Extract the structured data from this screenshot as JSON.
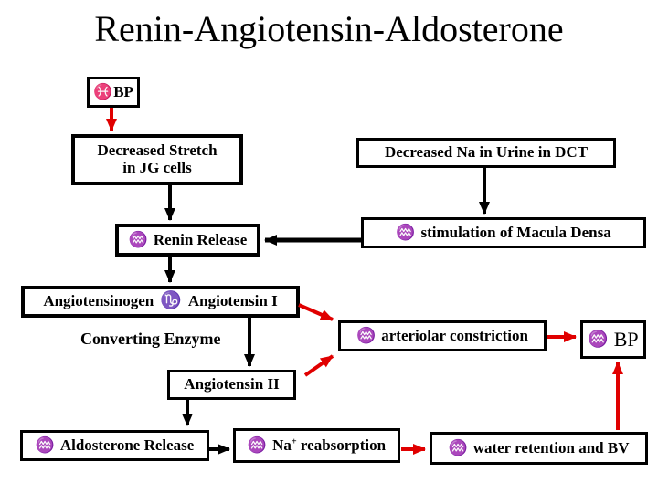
{
  "title": "Renin-Angiotensin-Aldosterone",
  "colors": {
    "line_black": "#000000",
    "line_red": "#e00000",
    "background": "#ffffff",
    "text": "#000000"
  },
  "nodes": {
    "bp_low": {
      "icon": "♓",
      "label": "BP"
    },
    "jg": {
      "line1": "Decreased Stretch",
      "line2": "in JG cells"
    },
    "dct": {
      "label": "Decreased Na in Urine in DCT"
    },
    "renin": {
      "icon": "♒",
      "label": "Renin Release"
    },
    "macula": {
      "icon": "♒",
      "label": "stimulation of Macula Densa"
    },
    "angio1": {
      "left": "Angiotensinogen",
      "icon": "♑",
      "right": "Angiotensin I"
    },
    "converting": {
      "label": "Converting Enzyme"
    },
    "arteriolar": {
      "icon": "♒",
      "label": "arteriolar constriction"
    },
    "bp_high": {
      "icon": "♒",
      "label": "BP"
    },
    "angio2": {
      "label": "Angiotensin II"
    },
    "aldosterone": {
      "icon": "♒",
      "label": "Aldosterone Release"
    },
    "na": {
      "icon": "♒",
      "pre": "Na",
      "sup": "+",
      "post": " reabsorption"
    },
    "water": {
      "icon": "♒",
      "label": "water retention and BV"
    }
  }
}
